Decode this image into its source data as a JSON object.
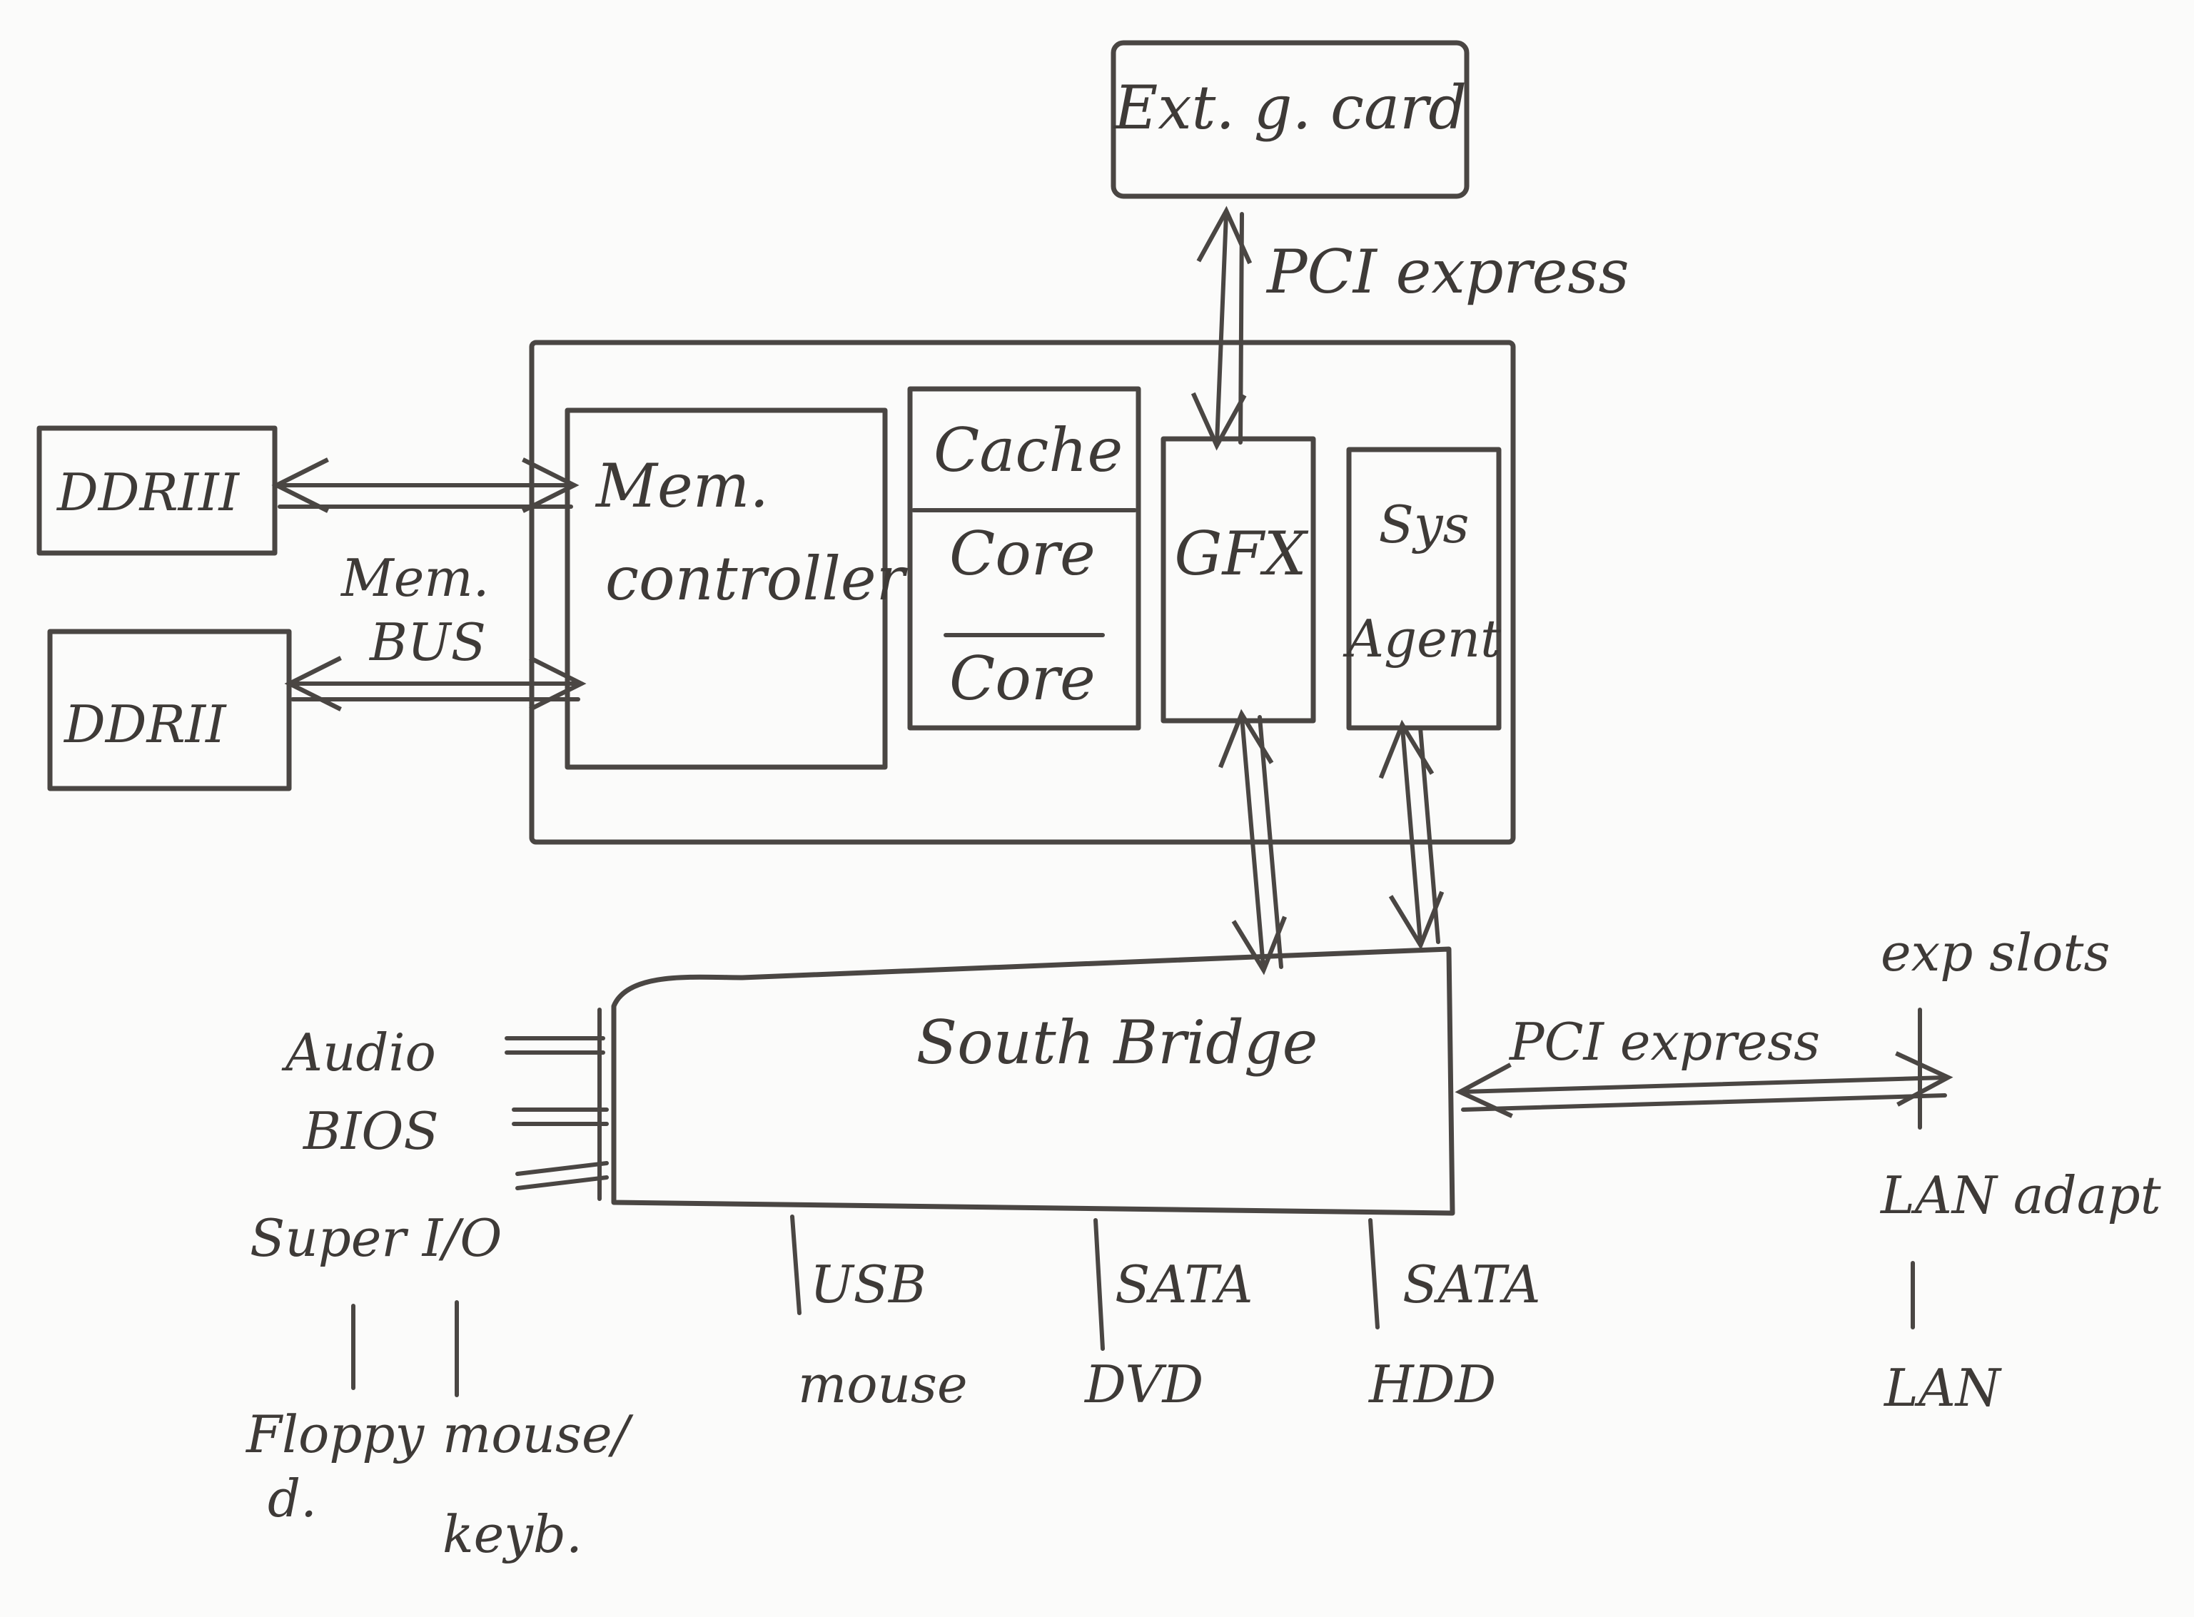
{
  "labels": {
    "ext_card": "Ext. g. card",
    "pci_top": "PCI express",
    "ddr3": "DDRIII",
    "ddr2": "DDRII",
    "mem_bus_1": "Mem.",
    "mem_bus_2": "BUS",
    "mem_ctrl_1": "Mem.",
    "mem_ctrl_2": "controller",
    "cache": "Cache",
    "core1": "Core",
    "core2": "Core",
    "gfx": "GFX",
    "sys_1": "Sys",
    "sys_2": "Agent",
    "south_bridge": "South Bridge",
    "pci_right": "PCI express",
    "exp_slots": "exp slots",
    "lan_adapt": "LAN adapt",
    "lan": "LAN",
    "audio": "Audio",
    "bios": "BIOS",
    "super_io": "Super I/O",
    "floppy_1": "Floppy",
    "floppy_2": "d.",
    "mouse_keyb_1": "mouse/",
    "mouse_keyb_2": "keyb.",
    "usb": "USB",
    "mouse": "mouse",
    "sata1": "SATA",
    "dvd": "DVD",
    "sata2": "SATA",
    "hdd": "HDD"
  }
}
